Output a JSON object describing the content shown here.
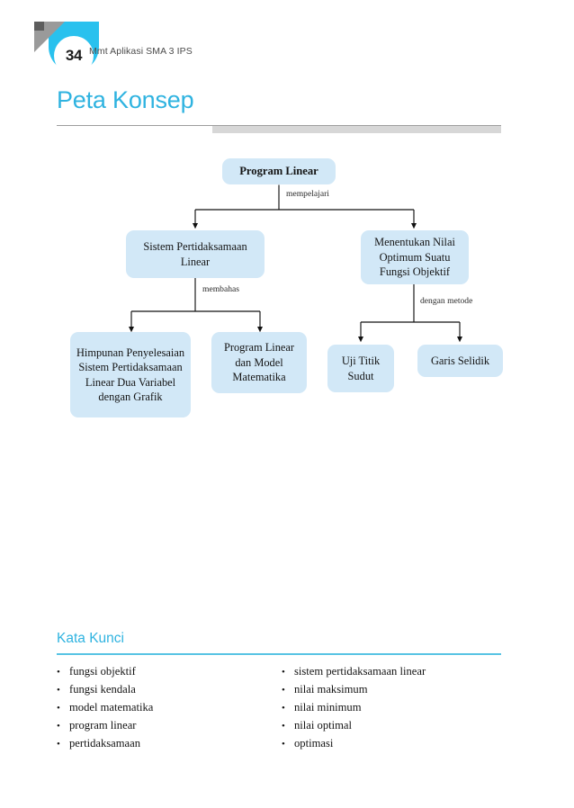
{
  "page": {
    "number": "34",
    "running_head": "Mmt Aplikasi SMA 3 IPS",
    "accent_color": "#2fb3e0",
    "badge_color": "#29c1ee",
    "node_fill_color": "#d2e8f7"
  },
  "sections": {
    "concept_map_title": "Peta Konsep",
    "keywords_title": "Kata Kunci"
  },
  "concept_map": {
    "nodes": [
      {
        "id": "root",
        "label": "Program Linear"
      },
      {
        "id": "spl",
        "label": "Sistem Pertidaksamaan Linear"
      },
      {
        "id": "optimum",
        "label": "Menentukan Nilai Optimum Suatu Fungsi Objektif"
      },
      {
        "id": "himpunan",
        "label": "Himpunan Penyelesaian Sistem Pertidaksamaan Linear Dua Variabel dengan Grafik"
      },
      {
        "id": "model",
        "label": "Program Linear dan Model Matematika"
      },
      {
        "id": "ujititik",
        "label": "Uji Titik Sudut"
      },
      {
        "id": "selidik",
        "label": "Garis Selidik"
      }
    ],
    "edge_labels": [
      {
        "id": "mempelajari",
        "label": "mempelajari"
      },
      {
        "id": "membahas",
        "label": "membahas"
      },
      {
        "id": "dengan-metode",
        "label": "dengan metode"
      }
    ]
  },
  "keywords": {
    "left_column": [
      "fungsi objektif",
      "fungsi kendala",
      "model matematika",
      "program linear",
      "pertidaksamaan"
    ],
    "right_column": [
      "sistem pertidaksamaan linear",
      "nilai maksimum",
      "nilai minimum",
      "nilai optimal",
      "optimasi"
    ],
    "bullet": "•"
  }
}
